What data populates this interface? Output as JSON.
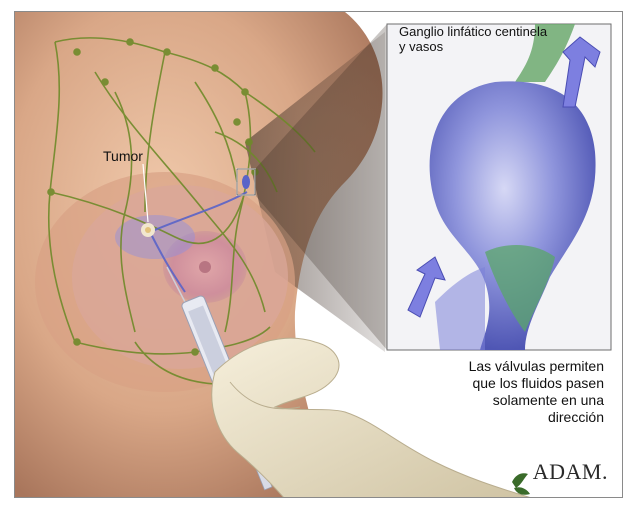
{
  "labels": {
    "tumor": "Tumor",
    "inset_title": "Ganglio linfático centinela y vasos",
    "caption_lines": [
      "Las válvulas permiten",
      "que los fluidos pasen",
      "solamente en una",
      "dirección"
    ]
  },
  "brand": {
    "name": "ADAM.",
    "prefix_mark": "✱"
  },
  "icons": {
    "flow_arrow": "up-arrow-icon",
    "logo_mark": "adam-leaf-icon"
  },
  "colors": {
    "skin": "#e4b79a",
    "lymph": "#6f8a2a",
    "node": "#7b82d8",
    "node_green": "#5aa66a",
    "arrow": "#7d7fe0",
    "glove": "#efe6cc"
  }
}
